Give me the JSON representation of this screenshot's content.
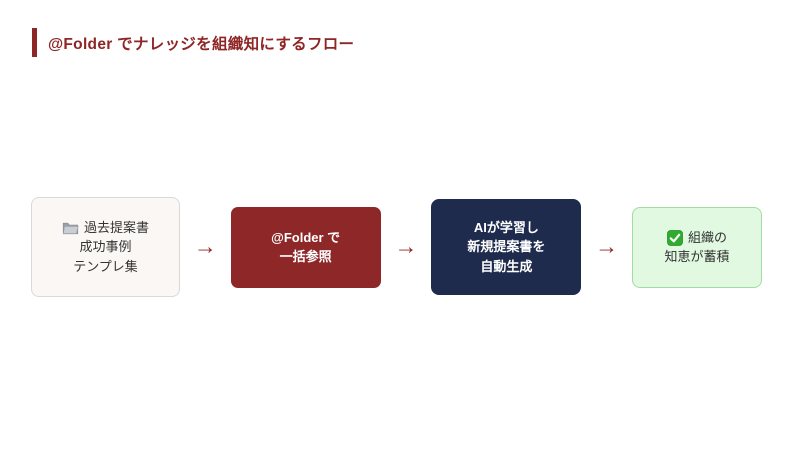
{
  "title": {
    "text": "@Folder でナレッジを組織知にするフロー"
  },
  "colors": {
    "accent_red": "#8e2626",
    "box_red_bg": "#8e2727",
    "box_navy_bg": "#1e2b4c",
    "box_light_bg": "#faf7f4",
    "box_light_border": "#dbd8d5",
    "box_green_bg": "#e1f8e1",
    "box_green_border": "#a3dca3",
    "check_green": "#2fac2f",
    "folder_gray": "#aeb2ba"
  },
  "flow": {
    "arrow_glyph": "→",
    "steps": [
      {
        "name": "past-proposals",
        "icon": "folder-icon",
        "lines": [
          "過去提案書",
          "成功事例",
          "テンプレ集"
        ]
      },
      {
        "name": "folder-batch-reference",
        "lines": [
          "@Folder で",
          "一括参照"
        ]
      },
      {
        "name": "ai-auto-generate",
        "lines": [
          "AIが学習し",
          "新規提案書を",
          "自動生成"
        ]
      },
      {
        "name": "org-knowledge-accumulates",
        "icon": "check-icon",
        "lines": [
          "組織の",
          "知恵が蓄積"
        ]
      }
    ]
  }
}
